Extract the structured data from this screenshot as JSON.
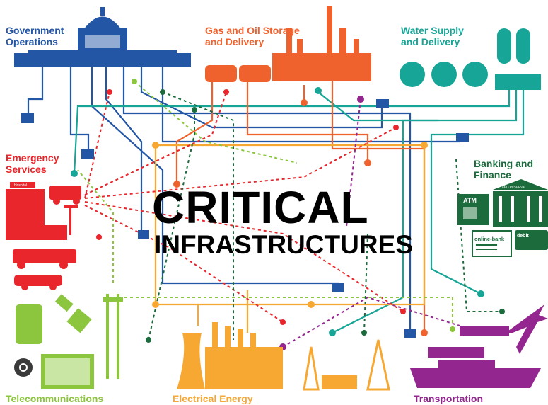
{
  "title": {
    "line1": "CRITICAL",
    "line2": "INFRASTRUCTURES"
  },
  "sectors": {
    "government": {
      "line1": "Government",
      "line2": "Operations",
      "color": "#2456a6"
    },
    "gas_oil": {
      "line1": "Gas and Oil Storage",
      "line2": "and Delivery",
      "color": "#f0622d"
    },
    "water": {
      "line1": "Water Supply",
      "line2": "and Delivery",
      "color": "#16a596"
    },
    "banking": {
      "line1": "Banking and",
      "line2": "Finance",
      "color": "#1b6b3d",
      "atm": "ATM",
      "fed": "FED RESERVE",
      "online": "online-bank",
      "debit": "debit"
    },
    "emergency": {
      "line1": "Emergency",
      "line2": "Services",
      "color": "#e8262b",
      "hospital": "Hospital"
    },
    "telecom": {
      "label": "Telecommunications",
      "color": "#8cc63f"
    },
    "energy": {
      "label": "Electrical Energy",
      "color": "#f7a833"
    },
    "transport": {
      "label": "Transportation",
      "color": "#93278f"
    }
  }
}
